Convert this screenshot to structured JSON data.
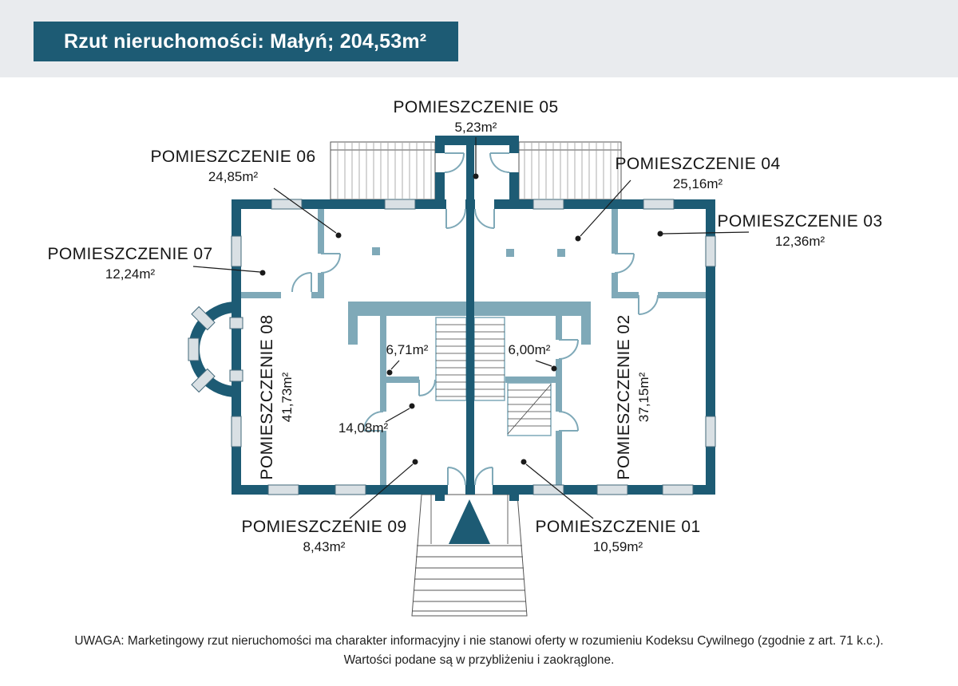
{
  "header": {
    "title": "Rzut nieruchomości: Małyń; 204,53m²"
  },
  "rooms": {
    "r01": {
      "label": "POMIESZCZENIE 01",
      "area": "10,59m²"
    },
    "r02": {
      "label": "POMIESZCZENIE 02",
      "area": "37,15m²"
    },
    "r03": {
      "label": "POMIESZCZENIE 03",
      "area": "12,36m²"
    },
    "r04": {
      "label": "POMIESZCZENIE 04",
      "area": "25,16m²"
    },
    "r05": {
      "label": "POMIESZCZENIE 05",
      "area": "5,23m²"
    },
    "r06": {
      "label": "POMIESZCZENIE 06",
      "area": "24,85m²"
    },
    "r07": {
      "label": "POMIESZCZENIE 07",
      "area": "12,24m²"
    },
    "r08": {
      "label": "POMIESZCZENIE 08",
      "area": "41,73m²"
    },
    "r09": {
      "label": "POMIESZCZENIE 09",
      "area": "8,43m²"
    },
    "inner_671": {
      "area": "6,71m²"
    },
    "inner_600": {
      "area": "6,00m²"
    },
    "inner_1408": {
      "area": "14,08m²"
    }
  },
  "footer": {
    "line1": "UWAGA: Marketingowy rzut nieruchomości ma charakter informacyjny i nie stanowi oferty w rozumieniu Kodeksu Cywilnego (zgodnie z art. 71 k.c.).",
    "line2": "Wartości podane są w przybliżeniu i zaokrąglone."
  },
  "colors": {
    "wall": "#1d5b74",
    "interior_wall": "#7fa9b8",
    "window": "#d9e0e4",
    "header_strip": "#e9ebee"
  }
}
